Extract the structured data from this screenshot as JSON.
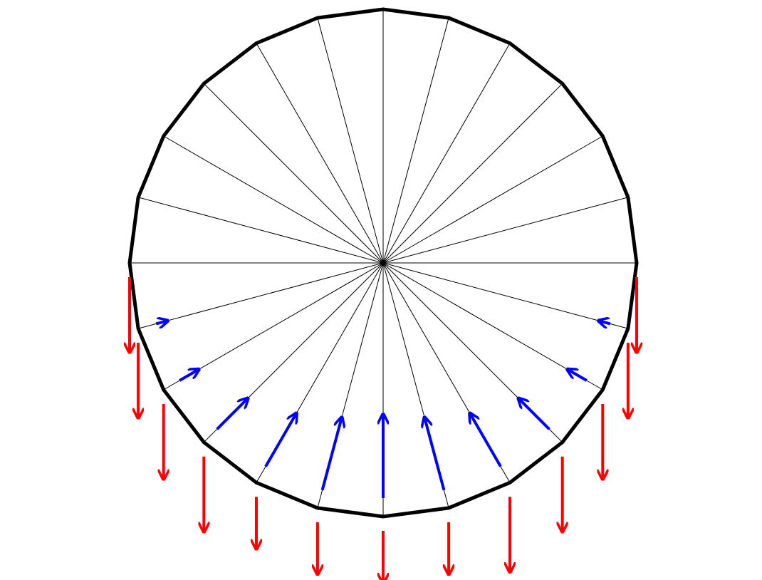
{
  "diagram": {
    "segments": 24,
    "colors": {
      "outline": "#000000",
      "spokes": "#000000",
      "inward_arrows": "#0000ff",
      "downward_arrows": "#ff0000",
      "background": "#ffffff"
    },
    "inward_arrows": {
      "count": 11,
      "relative_magnitudes": [
        0.13,
        0.25,
        0.5,
        0.71,
        0.87,
        0.97,
        0.87,
        0.71,
        0.5,
        0.25,
        0.13
      ]
    },
    "downward_arrows": {
      "count": 13,
      "direction": "down",
      "relative_magnitudes": [
        0.87,
        0.87,
        0.87,
        0.87,
        0.6,
        0.6,
        0.6,
        0.6,
        0.87,
        0.87,
        0.87,
        0.87,
        0.87
      ]
    }
  }
}
